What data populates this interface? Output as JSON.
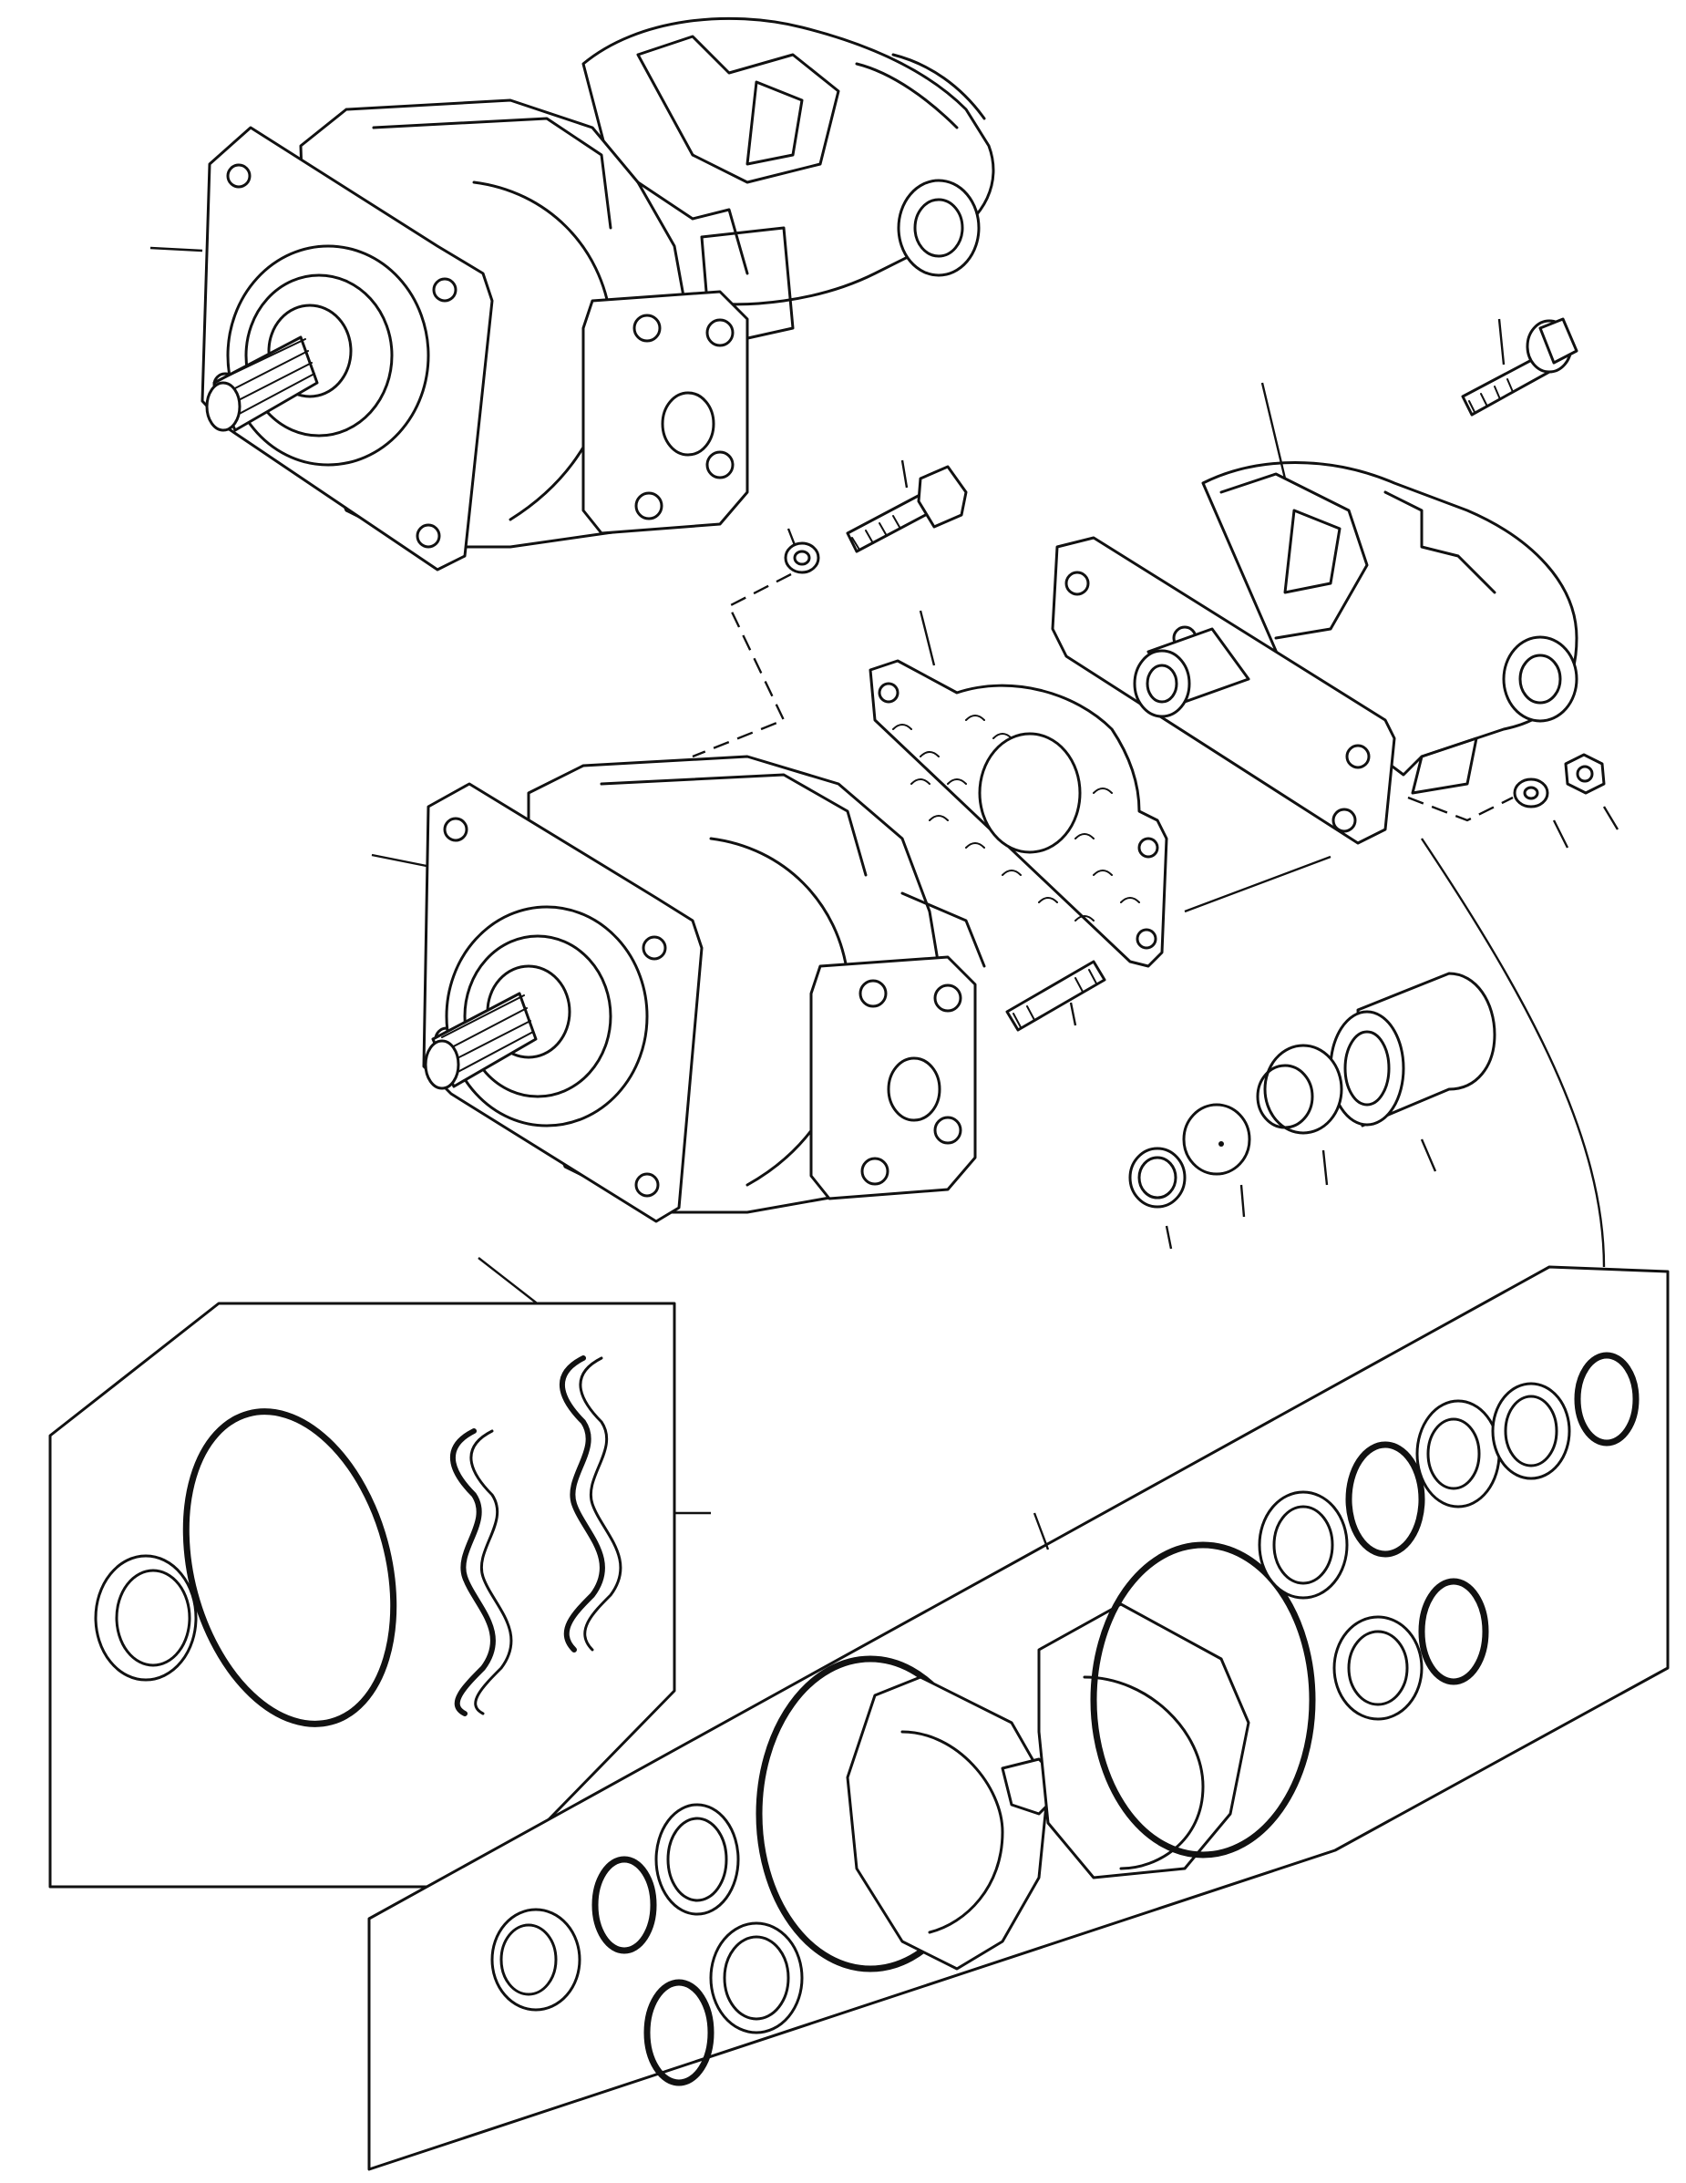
{
  "diagram": {
    "kind": "exploded-parts-view",
    "colors": {
      "line": "#111111",
      "background": "#ffffff"
    },
    "parts": [
      {
        "id": "pump-assembly-complete"
      },
      {
        "id": "front-pump-section"
      },
      {
        "id": "rear-pump-section"
      },
      {
        "id": "gasket"
      },
      {
        "id": "cap-screw"
      },
      {
        "id": "bolt"
      },
      {
        "id": "lock-washer-upper"
      },
      {
        "id": "stud"
      },
      {
        "id": "lock-washer-lower"
      },
      {
        "id": "nut"
      },
      {
        "id": "coupling-sleeve"
      },
      {
        "id": "bushing"
      },
      {
        "id": "plug"
      },
      {
        "id": "snap-ring"
      },
      {
        "id": "front-seal-kit"
      },
      {
        "id": "rear-seal-kit"
      }
    ]
  }
}
